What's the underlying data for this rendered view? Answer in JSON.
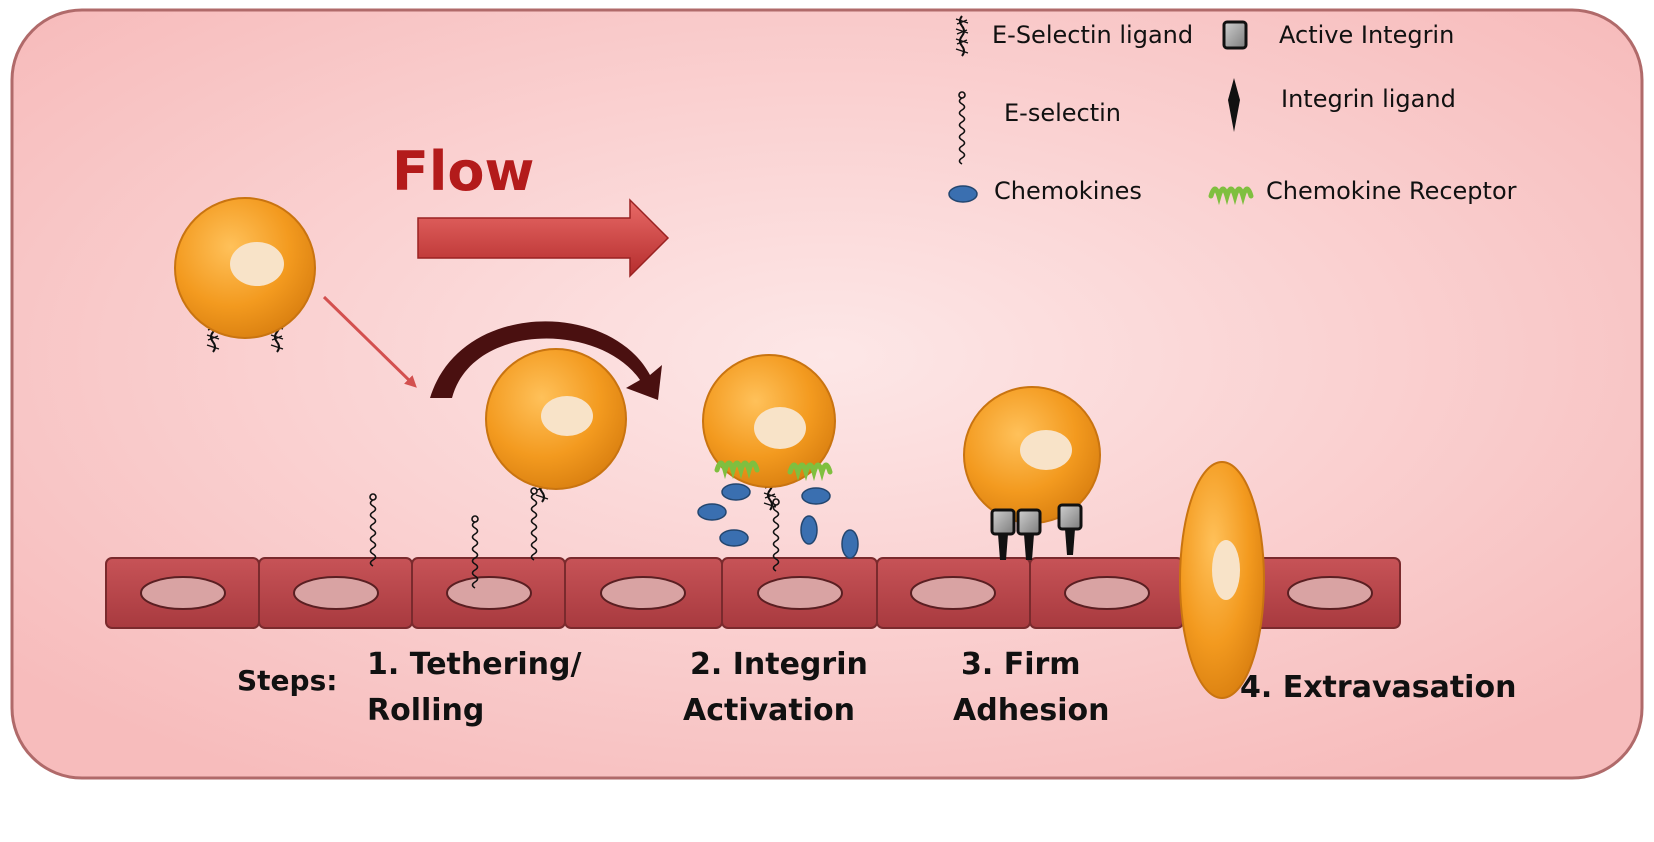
{
  "flow_label": "Flow",
  "legend": {
    "e_selectin_ligand": "E-Selectin ligand",
    "active_integrin": "Active Integrin",
    "e_selectin": "E-selectin",
    "integrin_ligand": "Integrin ligand",
    "chemokines": "Chemokines",
    "chemokine_receptor": "Chemokine Receptor"
  },
  "steps": {
    "prefix": "Steps:",
    "step1_line1": "1. Tethering/",
    "step1_line2": "Rolling",
    "step2_line1": "2. Integrin",
    "step2_line2": "Activation",
    "step3_line1": "3. Firm",
    "step3_line2": "Adhesion",
    "step4": "4. Extravasation"
  },
  "colors": {
    "background_light": "#fde4e4",
    "background_dark": "#f6b9b9",
    "frame_border": "#b06a6a",
    "cell_orange": "#f39a1f",
    "cell_orange_dark": "#c97410",
    "nucleus": "#f8e3c8",
    "endothelial": "#b9474c",
    "endothelial_border": "#7a2a2d",
    "endothelial_nucleus": "#d9a3a3",
    "flow_text": "#b31b1b",
    "flow_arrow": "#c8403f",
    "chemokine": "#3a6fb0",
    "chemokine_receptor": "#8dc64a",
    "integrin_active": "#9a9a9a",
    "integrin_ligand": "#111111",
    "rolling_arrow": "#4a1010"
  }
}
